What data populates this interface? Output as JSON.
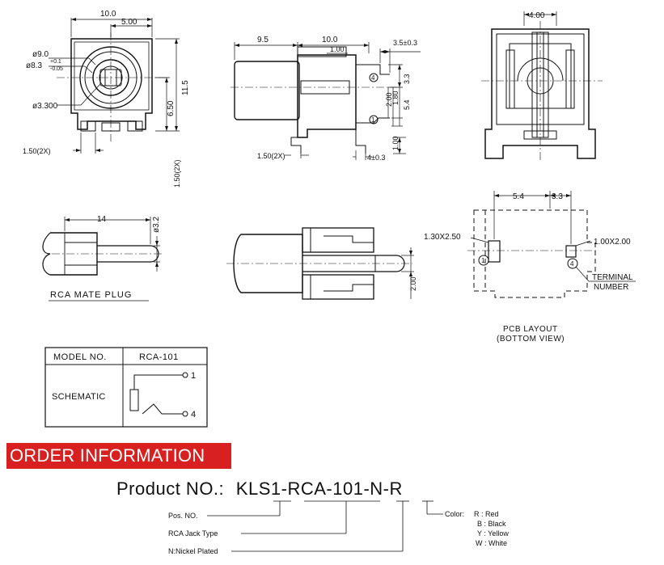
{
  "top_view": {
    "dim_width": "10.0",
    "dim_half": "5.00",
    "dim_d1": "ø9.0",
    "dim_d2": "ø8.3",
    "dim_d2_tol_plus": "+0.1",
    "dim_d2_tol_minus": "-0.05",
    "dim_d3": "ø3.300",
    "dim_height": "11.5",
    "dim_center": "6.50",
    "dim_tab": "1.50(2X)",
    "dim_tab_v": "1.50(2X)"
  },
  "side_view": {
    "dim_body": "9.5",
    "dim_width": "10.0",
    "dim_small": "1.00",
    "dim_pin_offset": "3.5±0.3",
    "dim_h1": "3.3",
    "dim_h2": "2.00",
    "dim_h3": "1.80",
    "dim_h4": "5.4",
    "dim_h5": "1.00",
    "dim_tab": "1.50(2X)",
    "dim_pin_pitch": "4±0.3",
    "terminal_top": "4",
    "terminal_bottom": "1"
  },
  "front_view": {
    "dim_width": "4.00"
  },
  "mate_plug": {
    "dim_length": "14",
    "dim_diameter": "ø3.2",
    "caption": "RCA MATE PLUG"
  },
  "section_view": {
    "dim_pin": "2.00"
  },
  "pcb_layout": {
    "dim_a": "5.4",
    "dim_b": "3.3",
    "pad_large": "1.30X2.50",
    "pad_small": "1.00X2.00",
    "terminal_1": "1",
    "terminal_4": "4",
    "terminal_label_1": "TERMINAL",
    "terminal_label_2": "NUMBER",
    "caption_1": "PCB LAYOUT",
    "caption_2": "(BOTTOM VIEW)"
  },
  "model_table": {
    "header_left": "MODEL NO.",
    "header_right": "RCA-101",
    "row_label": "SCHEMATIC",
    "pin_1": "1",
    "pin_4": "4"
  },
  "order": {
    "banner": "ORDER INFORMATION",
    "product_label": "Product NO.:",
    "code_prefix": "KLS",
    "code_pos": "1",
    "code_sep1": "-",
    "code_type": "RCA-101",
    "code_sep2": "-",
    "code_plating": "N",
    "code_sep3": "-",
    "code_color": "R",
    "pos_label": "Pos. NO.",
    "type_label": "RCA Jack Type",
    "plating_label": "N:Nickel Plated",
    "color_title": "Color:",
    "colors": [
      "R : Red",
      "B : Black",
      "Y : Yellow",
      "W : White"
    ]
  },
  "colors": {
    "banner": "#d92020",
    "line": "#111111"
  }
}
